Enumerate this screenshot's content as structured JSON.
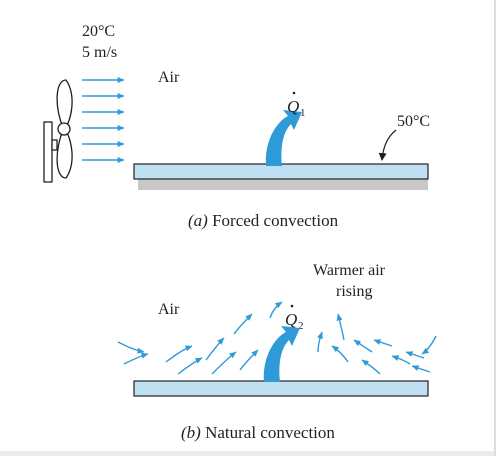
{
  "forced": {
    "temperature": "20°C",
    "velocity": "5 m/s",
    "air_label": "Air",
    "heat_rate": {
      "symbol": "Q",
      "subscript": "1"
    },
    "surface_temperature": "50°C",
    "caption_letter": "(a)",
    "caption_text": " Forced convection"
  },
  "natural": {
    "air_label": "Air",
    "heat_rate": {
      "symbol": "Q",
      "subscript": "2"
    },
    "rising_line1": "Warmer air",
    "rising_line2": "rising",
    "caption_letter": "(b)",
    "caption_text": " Natural convection"
  },
  "colors": {
    "flow_arrow": "#2e9ad8",
    "plate_fill": "#bfe0f2",
    "plate_shadow": "#c8c8c8",
    "fan": "#ffffff",
    "text": "#231f20"
  },
  "icons": {
    "fan": "fan-icon",
    "heat_arrow": "heat-flow-arrow-icon",
    "pointer": "pointer-arrow-icon"
  }
}
